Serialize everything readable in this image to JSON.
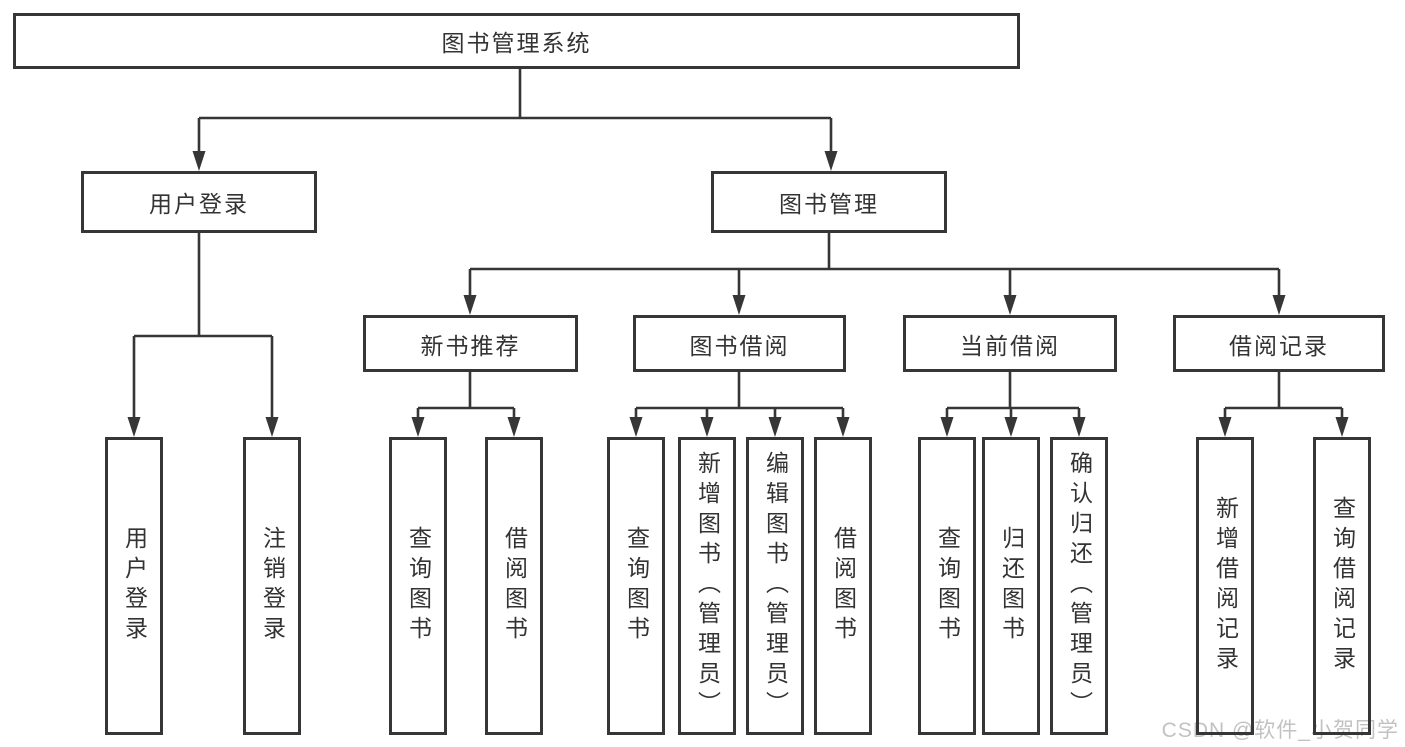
{
  "diagram_title": "图书管理系统",
  "watermark": "CSDN @软件_小贺同学",
  "colors": {
    "line": "#363636",
    "box_border": "#363636",
    "box_background": "#ffffff",
    "text": "#333333",
    "watermark": "#c2c2c2"
  },
  "tree": {
    "label": "图书管理系统",
    "children": [
      {
        "label": "用户登录",
        "children": [
          {
            "label": "用户登录"
          },
          {
            "label": "注销登录"
          }
        ]
      },
      {
        "label": "图书管理",
        "children": [
          {
            "label": "新书推荐",
            "children": [
              {
                "label": "查询图书"
              },
              {
                "label": "借阅图书"
              }
            ]
          },
          {
            "label": "图书借阅",
            "children": [
              {
                "label": "查询图书"
              },
              {
                "label": "新增图书（管理员）"
              },
              {
                "label": "编辑图书（管理员）"
              },
              {
                "label": "借阅图书"
              }
            ]
          },
          {
            "label": "当前借阅",
            "children": [
              {
                "label": "查询图书"
              },
              {
                "label": "归还图书"
              },
              {
                "label": "确认归还（管理员）"
              }
            ]
          },
          {
            "label": "借阅记录",
            "children": [
              {
                "label": "新增借阅记录"
              },
              {
                "label": "查询借阅记录"
              }
            ]
          }
        ]
      }
    ]
  }
}
